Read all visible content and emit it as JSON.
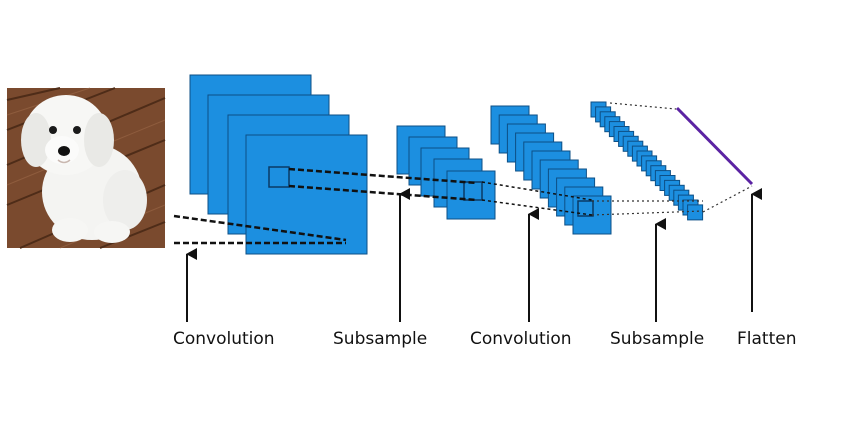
{
  "stages": [
    {
      "id": "conv1",
      "label": "Convolution"
    },
    {
      "id": "sub1",
      "label": "Subsample"
    },
    {
      "id": "conv2",
      "label": "Convolution"
    },
    {
      "id": "sub2",
      "label": "Subsample"
    },
    {
      "id": "flatten",
      "label": "Flatten"
    }
  ],
  "input_image": {
    "subject": "white fluffy puppy sitting on a wooden deck"
  },
  "colors": {
    "map_fill": "#1c8fe0",
    "map_stroke": "#0d4f86",
    "flatten_line": "#5b23a3",
    "dash": "#111111",
    "arrow": "#111111"
  }
}
